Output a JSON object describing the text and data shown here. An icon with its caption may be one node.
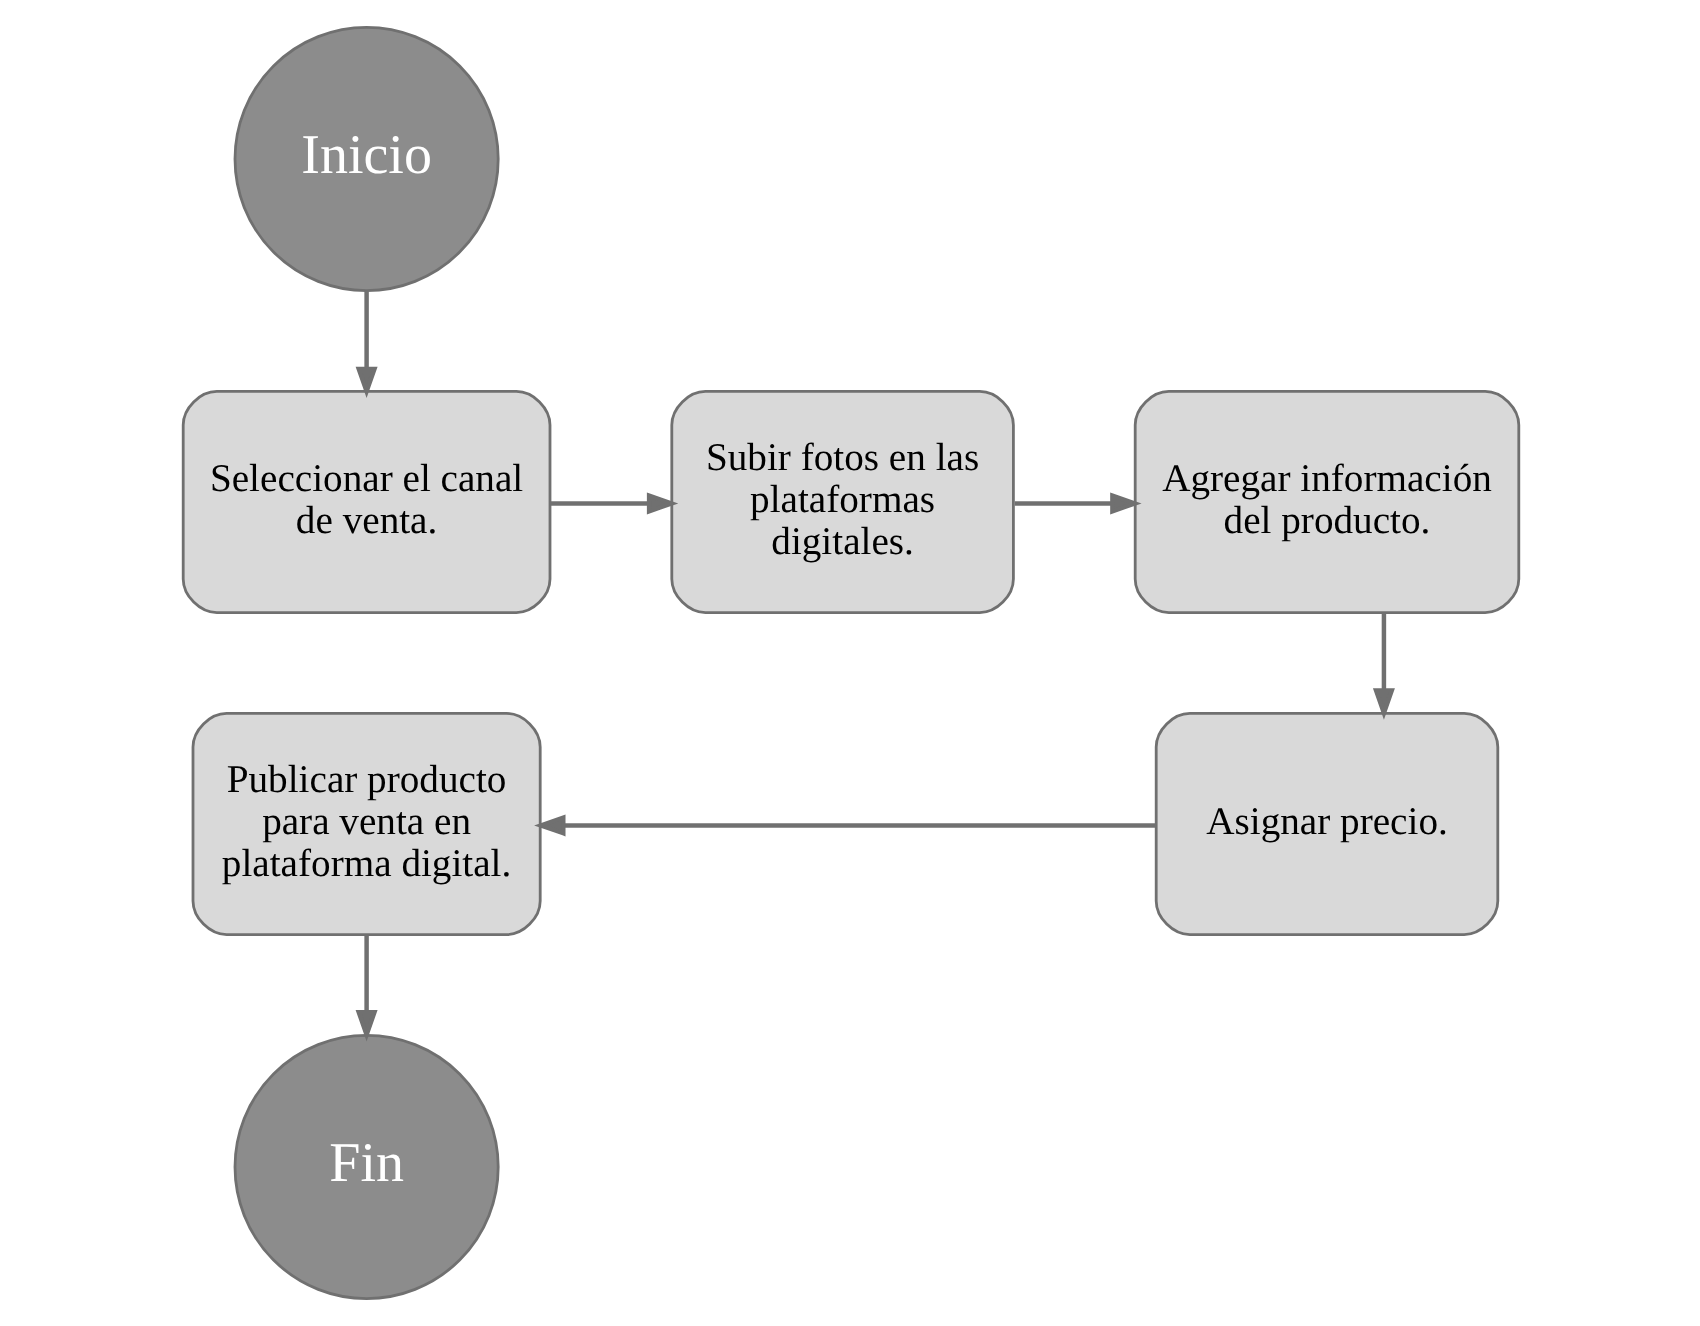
{
  "diagram": {
    "nodes": [
      {
        "text": [
          "Inicio"
        ]
      },
      {
        "text": [
          "Seleccionar el canal de venta."
        ]
      },
      {
        "text": [
          "Subir fotos en las plataformas digitales."
        ]
      },
      {
        "text": [
          "Agregar información del producto."
        ]
      },
      {
        "text": [
          "Asignar precio."
        ]
      },
      {
        "text": [
          "Publicar producto para venta en plataforma digital."
        ]
      },
      {
        "text": [
          "Fin"
        ]
      }
    ],
    "edges": [
      {
        "from": 0,
        "to": 1,
        "arrow": "to"
      },
      {
        "from": 1,
        "to": 2,
        "arrow": "to"
      },
      {
        "from": 2,
        "to": 3,
        "arrow": "to"
      },
      {
        "from": 3,
        "to": 4,
        "arrow": "to"
      },
      {
        "from": 4,
        "to": 5,
        "arrow": "to"
      },
      {
        "from": 5,
        "to": 6,
        "arrow": "to"
      }
    ]
  }
}
